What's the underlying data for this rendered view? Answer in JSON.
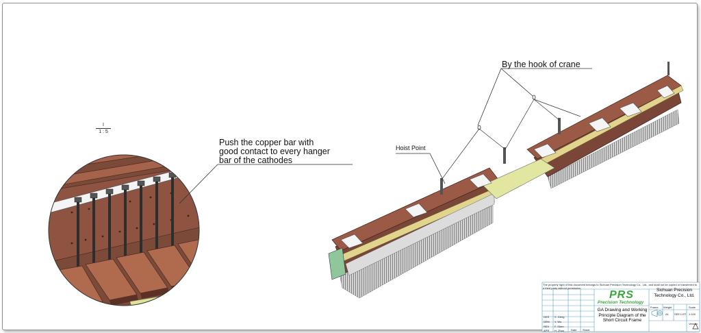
{
  "drawing": {
    "scale_numerator": "I",
    "scale_denominator": "1 : 5",
    "callouts": {
      "copper_bar_line1": "Push the copper bar with",
      "copper_bar_line2": "good contact to every hanger",
      "copper_bar_line3": "bar of the cathodes",
      "crane_hook": "By the hook of crane",
      "hoist_point": "Hoist Point"
    },
    "colors": {
      "copper": "#8a4f3c",
      "copper_dark": "#5a2f25",
      "steel": "#c9c9c9",
      "plate_yellow": "#e3e6a0",
      "green_end": "#8fc79a",
      "logo_green": "#3aa63a"
    }
  },
  "title_block": {
    "copyright": "The property right of this document belongs to Sichuan Precision Technology Co., Ltd., and shall not be copied or transferred to a third party without permission.",
    "logo": "PRS",
    "logo_subtitle": "Precision Technology",
    "company_line1": "Sichuan Precision",
    "company_line2": "Technology Co., Ltd.",
    "title_line1": "GA Drawing and Working",
    "title_line2": "Principle Diagram of the",
    "title_line3": "Short Circuit Frame",
    "col_frame": "Frame",
    "col_weight": "Weight",
    "col_scale": "Scale",
    "frame_value": "A1",
    "weight_value": "SEE LIST",
    "scale_value": "1:100",
    "roles": [
      "DES",
      "DRN",
      "REV",
      "APR"
    ],
    "names": [
      "X. Deng",
      "Y. Wu",
      "F. Shen",
      "H. Zhou"
    ],
    "date_label": "Date",
    "version_label": "Version",
    "sheet_label": "Sheet"
  }
}
